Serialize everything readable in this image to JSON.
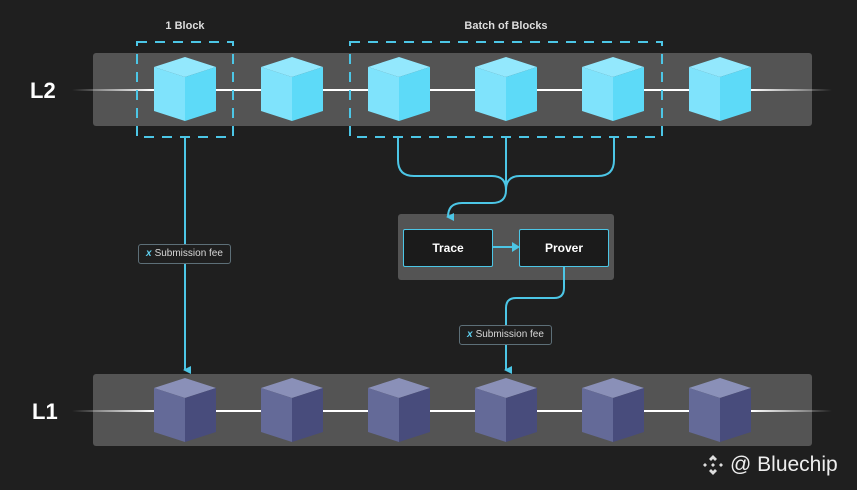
{
  "layers": {
    "l2": {
      "label": "L2",
      "block_count": 6
    },
    "l1": {
      "label": "L1",
      "block_count": 6
    }
  },
  "groups": {
    "single": {
      "label": "1 Block"
    },
    "batch": {
      "label": "Batch of Blocks"
    }
  },
  "process": {
    "trace": {
      "label": "Trace"
    },
    "prover": {
      "label": "Prover"
    }
  },
  "fees": [
    {
      "marker": "x",
      "label": "Submission fee"
    },
    {
      "marker": "x",
      "label": "Submission fee"
    }
  ],
  "watermark": {
    "icon": "binance-logo-icon",
    "text": "@ Bluechip"
  },
  "colors": {
    "background": "#1f1f1f",
    "lane": "#545454",
    "accent": "#4cc6e6",
    "l2_cube": "#66dcfb",
    "l1_cube": "#5f6491"
  }
}
